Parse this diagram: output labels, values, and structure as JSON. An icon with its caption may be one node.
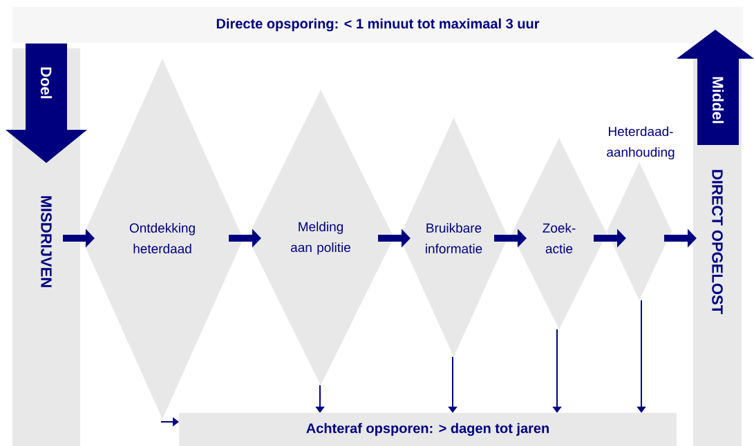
{
  "diagram": {
    "nodes": [
      {
        "text": [
          "Directe opsporing: < 1 minuut tot maximaal 3 uur"
        ]
      },
      {
        "text": [
          "MISDRIJVEN"
        ]
      },
      {
        "text": [
          "Doel"
        ]
      },
      {
        "text": [
          "Ontdekking heterdaad"
        ]
      },
      {
        "text": [
          "Melding aan politie"
        ]
      },
      {
        "text": [
          "Bruikbare informatie"
        ]
      },
      {
        "text": [
          "Zoek- actie"
        ]
      },
      {
        "text": [
          "Heterdaad- aanhouding"
        ]
      },
      {
        "text": [
          "Middel"
        ]
      },
      {
        "text": [
          "DIRECT OPGELOST"
        ]
      },
      {
        "text": [
          "Achteraf opsporen: > dagen tot jaren"
        ]
      }
    ],
    "edges": [
      {
        "from": 1,
        "to": 3,
        "arrow": "to"
      },
      {
        "from": 3,
        "to": 4,
        "arrow": "to"
      },
      {
        "from": 4,
        "to": 5,
        "arrow": "to"
      },
      {
        "from": 5,
        "to": 6,
        "arrow": "to"
      },
      {
        "from": 6,
        "to": 7,
        "arrow": "to"
      },
      {
        "from": 7,
        "to": 9,
        "arrow": "to"
      },
      {
        "from": 3,
        "to": 10,
        "arrow": "to"
      },
      {
        "from": 4,
        "to": 10,
        "arrow": "to"
      },
      {
        "from": 5,
        "to": 10,
        "arrow": "to"
      },
      {
        "from": 6,
        "to": 10,
        "arrow": "to"
      },
      {
        "from": 7,
        "to": 10,
        "arrow": "to"
      }
    ]
  }
}
